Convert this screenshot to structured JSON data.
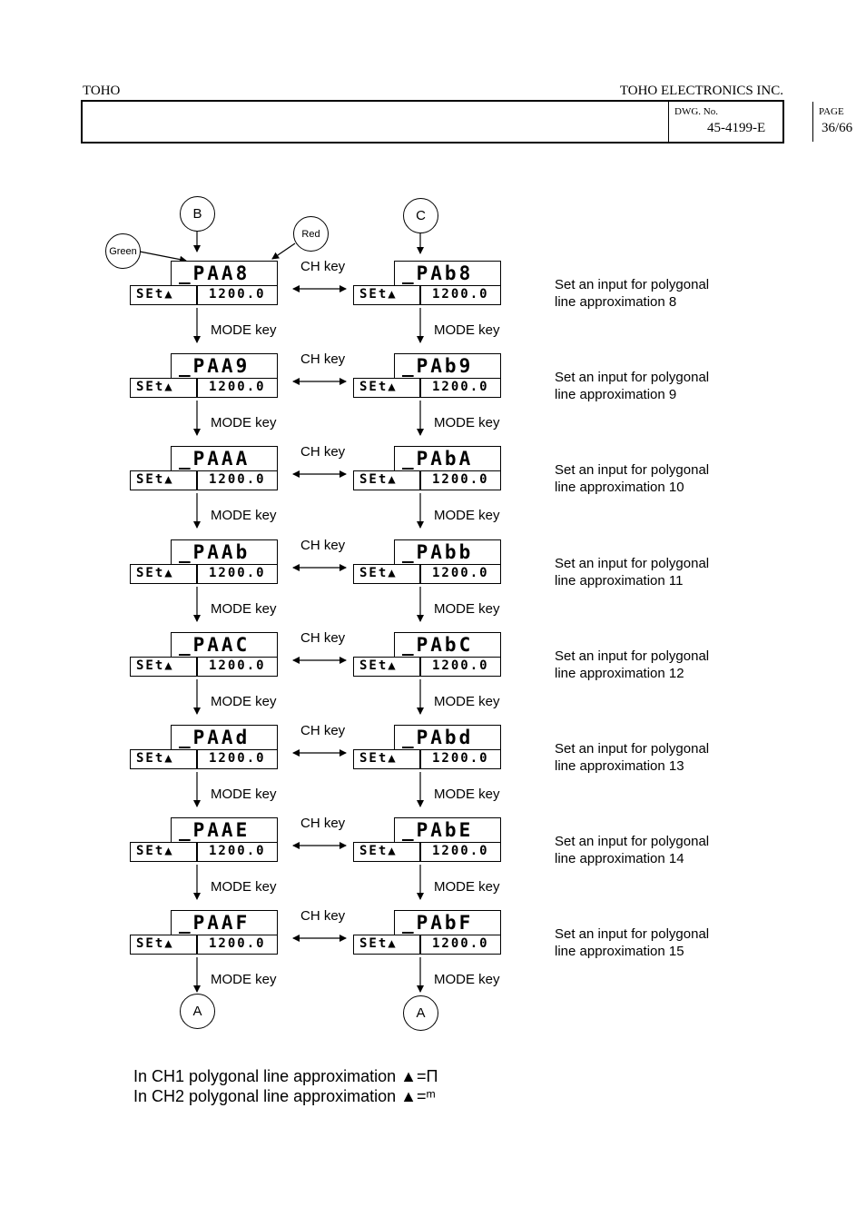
{
  "header": {
    "company_short": "TOHO",
    "company_full": "TOHO ELECTRONICS INC.",
    "dwg_label": "DWG. No.",
    "dwg_no": "45-4199-E",
    "page_label": "PAGE",
    "page_no": "36/66"
  },
  "connectors": {
    "top_left": "B",
    "top_right": "C",
    "bottom_left": "A",
    "bottom_right": "A",
    "green_label": "Green",
    "red_label": "Red"
  },
  "keys": {
    "ch": "CH key",
    "mode": "MODE key"
  },
  "rows": [
    {
      "left_top": "_PAA8",
      "right_top": "_PAb8",
      "set": "SEt▲",
      "value": "1200.0",
      "desc1": "Set an input for polygonal",
      "desc2": "line approximation 8"
    },
    {
      "left_top": "_PAA9",
      "right_top": "_PAb9",
      "set": "SEt▲",
      "value": "1200.0",
      "desc1": "Set an input for polygonal",
      "desc2": "line approximation 9"
    },
    {
      "left_top": "_PAAA",
      "right_top": "_PAbA",
      "set": "SEt▲",
      "value": "1200.0",
      "desc1": "Set an input for polygonal",
      "desc2": "line approximation 10"
    },
    {
      "left_top": "_PAAb",
      "right_top": "_PAbb",
      "set": "SEt▲",
      "value": "1200.0",
      "desc1": "Set an input for polygonal",
      "desc2": "line approximation 11"
    },
    {
      "left_top": "_PAAC",
      "right_top": "_PAbC",
      "set": "SEt▲",
      "value": "1200.0",
      "desc1": "Set an input for polygonal",
      "desc2": "line approximation 12"
    },
    {
      "left_top": "_PAAd",
      "right_top": "_PAbd",
      "set": "SEt▲",
      "value": "1200.0",
      "desc1": "Set an input for polygonal",
      "desc2": "line approximation 13"
    },
    {
      "left_top": "_PAAE",
      "right_top": "_PAbE",
      "set": "SEt▲",
      "value": "1200.0",
      "desc1": "Set an input for polygonal",
      "desc2": "line approximation 14"
    },
    {
      "left_top": "_PAAF",
      "right_top": "_PAbF",
      "set": "SEt▲",
      "value": "1200.0",
      "desc1": "Set an input for polygonal",
      "desc2": "line approximation 15"
    }
  ],
  "footer": {
    "line1": "In CH1 polygonal line approximation ▲=Π",
    "line2": "In CH2 polygonal line approximation ▲=ᵐ"
  }
}
